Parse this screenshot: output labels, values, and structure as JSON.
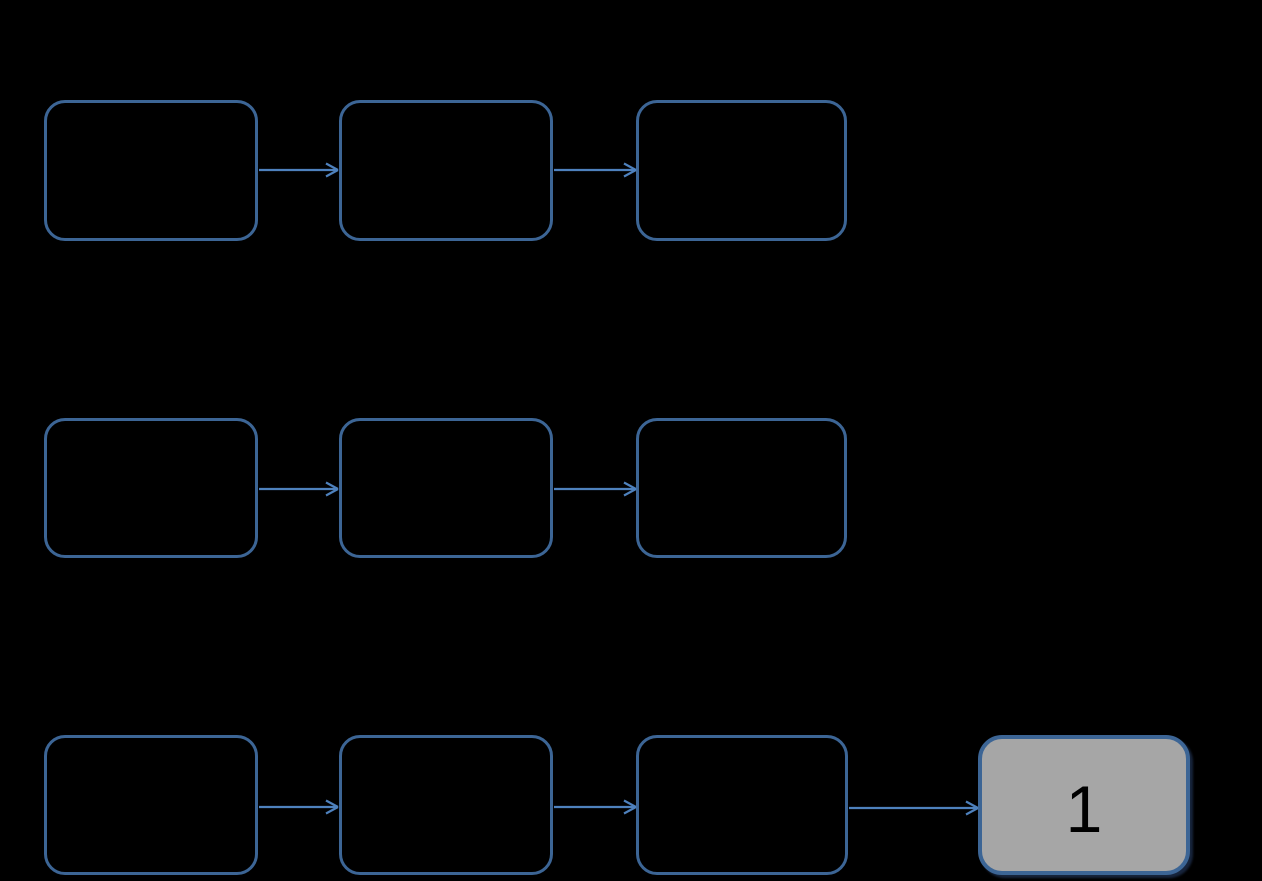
{
  "styles": {
    "background": "#000000",
    "box_border_color": "#3C6595",
    "arrow_color": "#4E81BD",
    "highlight_fill": "#A6A6A6",
    "label_color": "#000000"
  },
  "flows": [
    {
      "name": "flow-1",
      "boxes": [
        {
          "label": "",
          "highlighted": false
        },
        {
          "label": "",
          "highlighted": false
        },
        {
          "label": "",
          "highlighted": false
        }
      ],
      "arrow_icon": "arrow-right"
    },
    {
      "name": "flow-2",
      "boxes": [
        {
          "label": "",
          "highlighted": false
        },
        {
          "label": "",
          "highlighted": false
        },
        {
          "label": "",
          "highlighted": false
        }
      ],
      "arrow_icon": "arrow-right"
    },
    {
      "name": "flow-3",
      "boxes": [
        {
          "label": "",
          "highlighted": false
        },
        {
          "label": "",
          "highlighted": false
        },
        {
          "label": "",
          "highlighted": false
        },
        {
          "label": "1",
          "highlighted": true
        }
      ],
      "arrow_icon": "arrow-right"
    }
  ]
}
